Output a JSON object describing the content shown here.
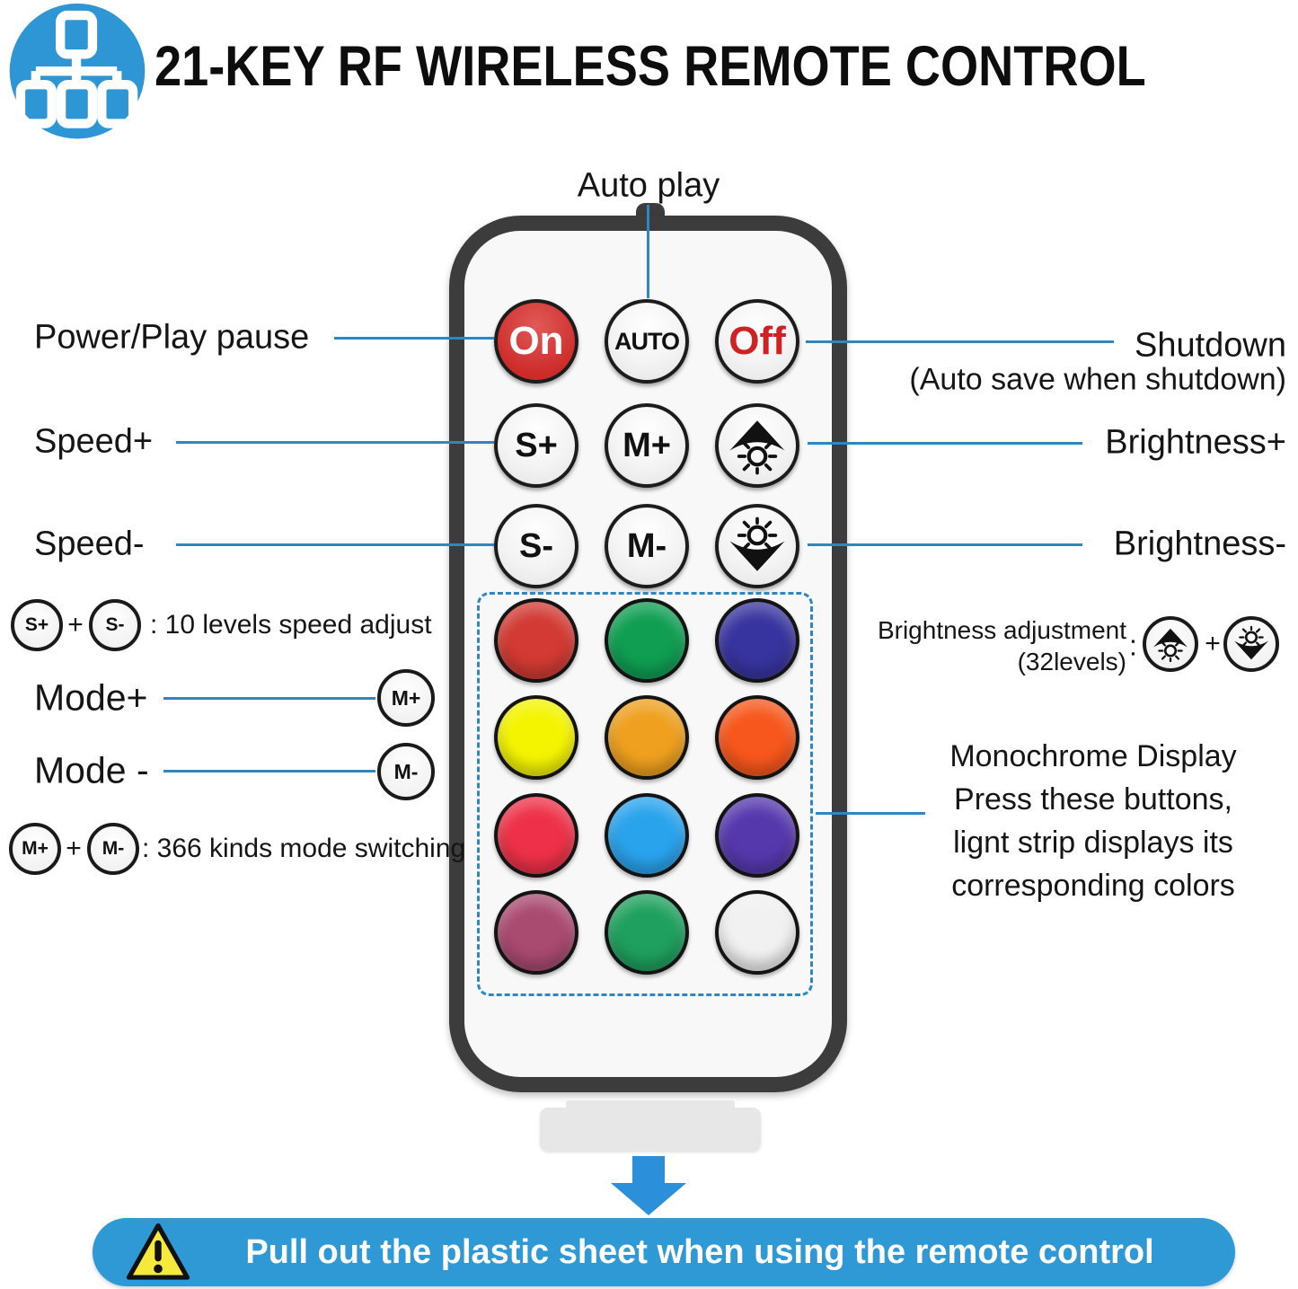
{
  "header": {
    "title": "21-KEY RF WIRELESS REMOTE CONTROL",
    "icon": "sitemap-icon"
  },
  "callouts": {
    "auto_play": "Auto play",
    "power": "Power/Play pause",
    "speed_plus": "Speed+",
    "speed_minus": "Speed-",
    "shutdown": "Shutdown",
    "shutdown_note": "(Auto save when shutdown)",
    "brightness_plus": "Brightness+",
    "brightness_minus": "Brightness-",
    "speed_combo_text": ": 10 levels speed adjust",
    "mode_plus": "Mode+",
    "mode_minus": "Mode -",
    "mode_combo_text": ": 366 kinds mode switching",
    "brightness_adj_line1": "Brightness adjustment",
    "brightness_adj_line2": "(32levels)",
    "colon": ":",
    "plus": "+",
    "monochrome_line1": "Monochrome Display",
    "monochrome_line2": "Press these buttons,",
    "monochrome_line3": "lignt strip displays its",
    "monochrome_line4": "corresponding colors"
  },
  "remote": {
    "keys": {
      "on": "On",
      "auto": "AUTO",
      "off": "Off",
      "s_plus": "S+",
      "m_plus": "M+",
      "s_minus": "S-",
      "m_minus": "M-"
    },
    "brightness_up_icon": "sun-with-up-arc-icon",
    "brightness_down_icon": "sun-with-down-arc-icon",
    "color_names": [
      [
        "red",
        "green",
        "navy-blue"
      ],
      [
        "yellow",
        "orange",
        "orange-red"
      ],
      [
        "rose-red",
        "sky-blue",
        "purple"
      ],
      [
        "magenta",
        "sea-green",
        "white"
      ]
    ],
    "color_rows": [
      [
        "#d23a33",
        "#0f9e52",
        "#38349f"
      ],
      [
        "#f4f400",
        "#efa01e",
        "#f7571c"
      ],
      [
        "#ee3148",
        "#2aa3ed",
        "#5638ad"
      ],
      [
        "#a94a70",
        "#1fa05e",
        "#f1f1f1"
      ]
    ]
  },
  "mini": {
    "s_plus": "S+",
    "s_minus": "S-",
    "m_plus": "M+",
    "m_minus": "M-",
    "plus": "+"
  },
  "banner": {
    "text": "Pull out the plastic sheet when using the remote control",
    "warning_icon": "warning-triangle-icon"
  },
  "colors": {
    "accent_blue": "#2e96d4",
    "line_blue": "#2e86c3",
    "banner_blue": "#2f99d6",
    "on_red": "#cd2a28",
    "off_text_red": "#cf2222",
    "remote_border": "#3c3c3c"
  }
}
